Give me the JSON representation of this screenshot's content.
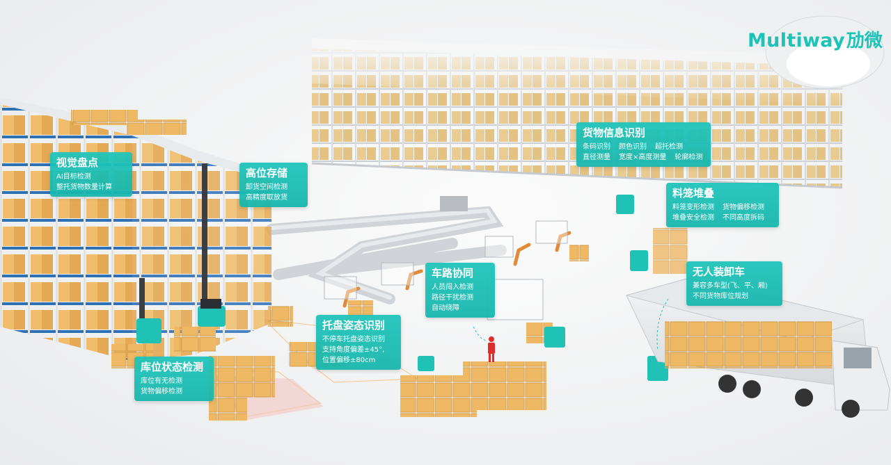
{
  "logo": {
    "text_en": "Multiway",
    "text_cn": "劢微"
  },
  "callouts": {
    "visual_inventory": {
      "title": "视觉盘点",
      "lines": [
        "AI目标检测",
        "整托货物数量计算"
      ]
    },
    "high_storage": {
      "title": "高位存储",
      "lines": [
        "卸货空间检测",
        "高精度取放货"
      ]
    },
    "cargo_info": {
      "title": "货物信息识别",
      "row1": [
        "条码识别",
        "颜色识别",
        "超托检测"
      ],
      "row2": [
        "直径测量",
        "宽度×高度测量",
        "轮廓检测"
      ]
    },
    "cage_stack": {
      "title": "料笼堆叠",
      "row1": [
        "料笼变形检测",
        "货物偏移检测"
      ],
      "row2": [
        "堆叠安全检测",
        "不同高度拆码"
      ]
    },
    "unload": {
      "title": "无人装卸车",
      "lines": [
        "兼容多车型(飞、平、厢)",
        "不同货物库位规划"
      ]
    },
    "road": {
      "title": "车路协同",
      "lines": [
        "人员闯入检测",
        "路径干扰检测",
        "自动绕障"
      ]
    },
    "pallet_pose": {
      "title": "托盘姿态识别",
      "lines": [
        "不停车托盘姿态识别",
        "支持角度偏差±45°,",
        "位置偏移±80cm"
      ]
    },
    "slot_status": {
      "title": "库位状态检测",
      "lines": [
        "库位有无检测",
        "货物偏移检测"
      ]
    }
  }
}
